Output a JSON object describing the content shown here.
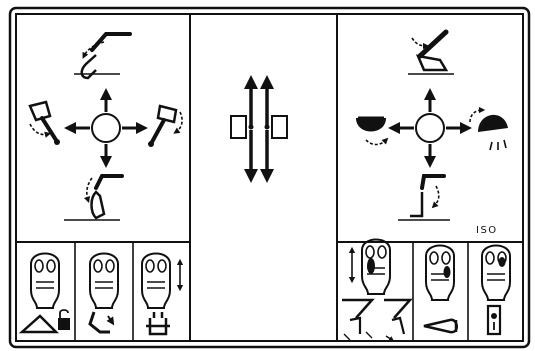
{
  "decal": {
    "standard_label": "ISO"
  },
  "panels": {
    "left": {
      "top": "boom-raise-icon",
      "left": "bucket-curl-icon",
      "right": "bucket-dump-icon",
      "bottom": "boom-lower-icon"
    },
    "center": {
      "arrows": "double-arrow-travel-icon"
    },
    "right": {
      "top": "dipper-in-icon",
      "left": "swing-left-icon",
      "right": "swing-right-icon",
      "bottom": "dipper-out-icon"
    }
  },
  "function_cells": [
    {
      "icon": "lever-head-front-button",
      "symbol": "hydraulic-lock-icon"
    },
    {
      "icon": "lever-head-side-button",
      "symbol": "bucket-tilt-icon"
    },
    {
      "icon": "lever-head-updown",
      "symbol": "quick-coupler-icon"
    },
    {
      "icon": "lever-head-thumbwheel",
      "symbol": "rotating-grapple-icon"
    },
    {
      "icon": "lever-head-right-button",
      "symbol": "horn-icon"
    },
    {
      "icon": "lever-head-top-button",
      "symbol": "ignition-key-icon"
    }
  ],
  "colors": {
    "ink": "#111111",
    "background": "#ffffff"
  }
}
